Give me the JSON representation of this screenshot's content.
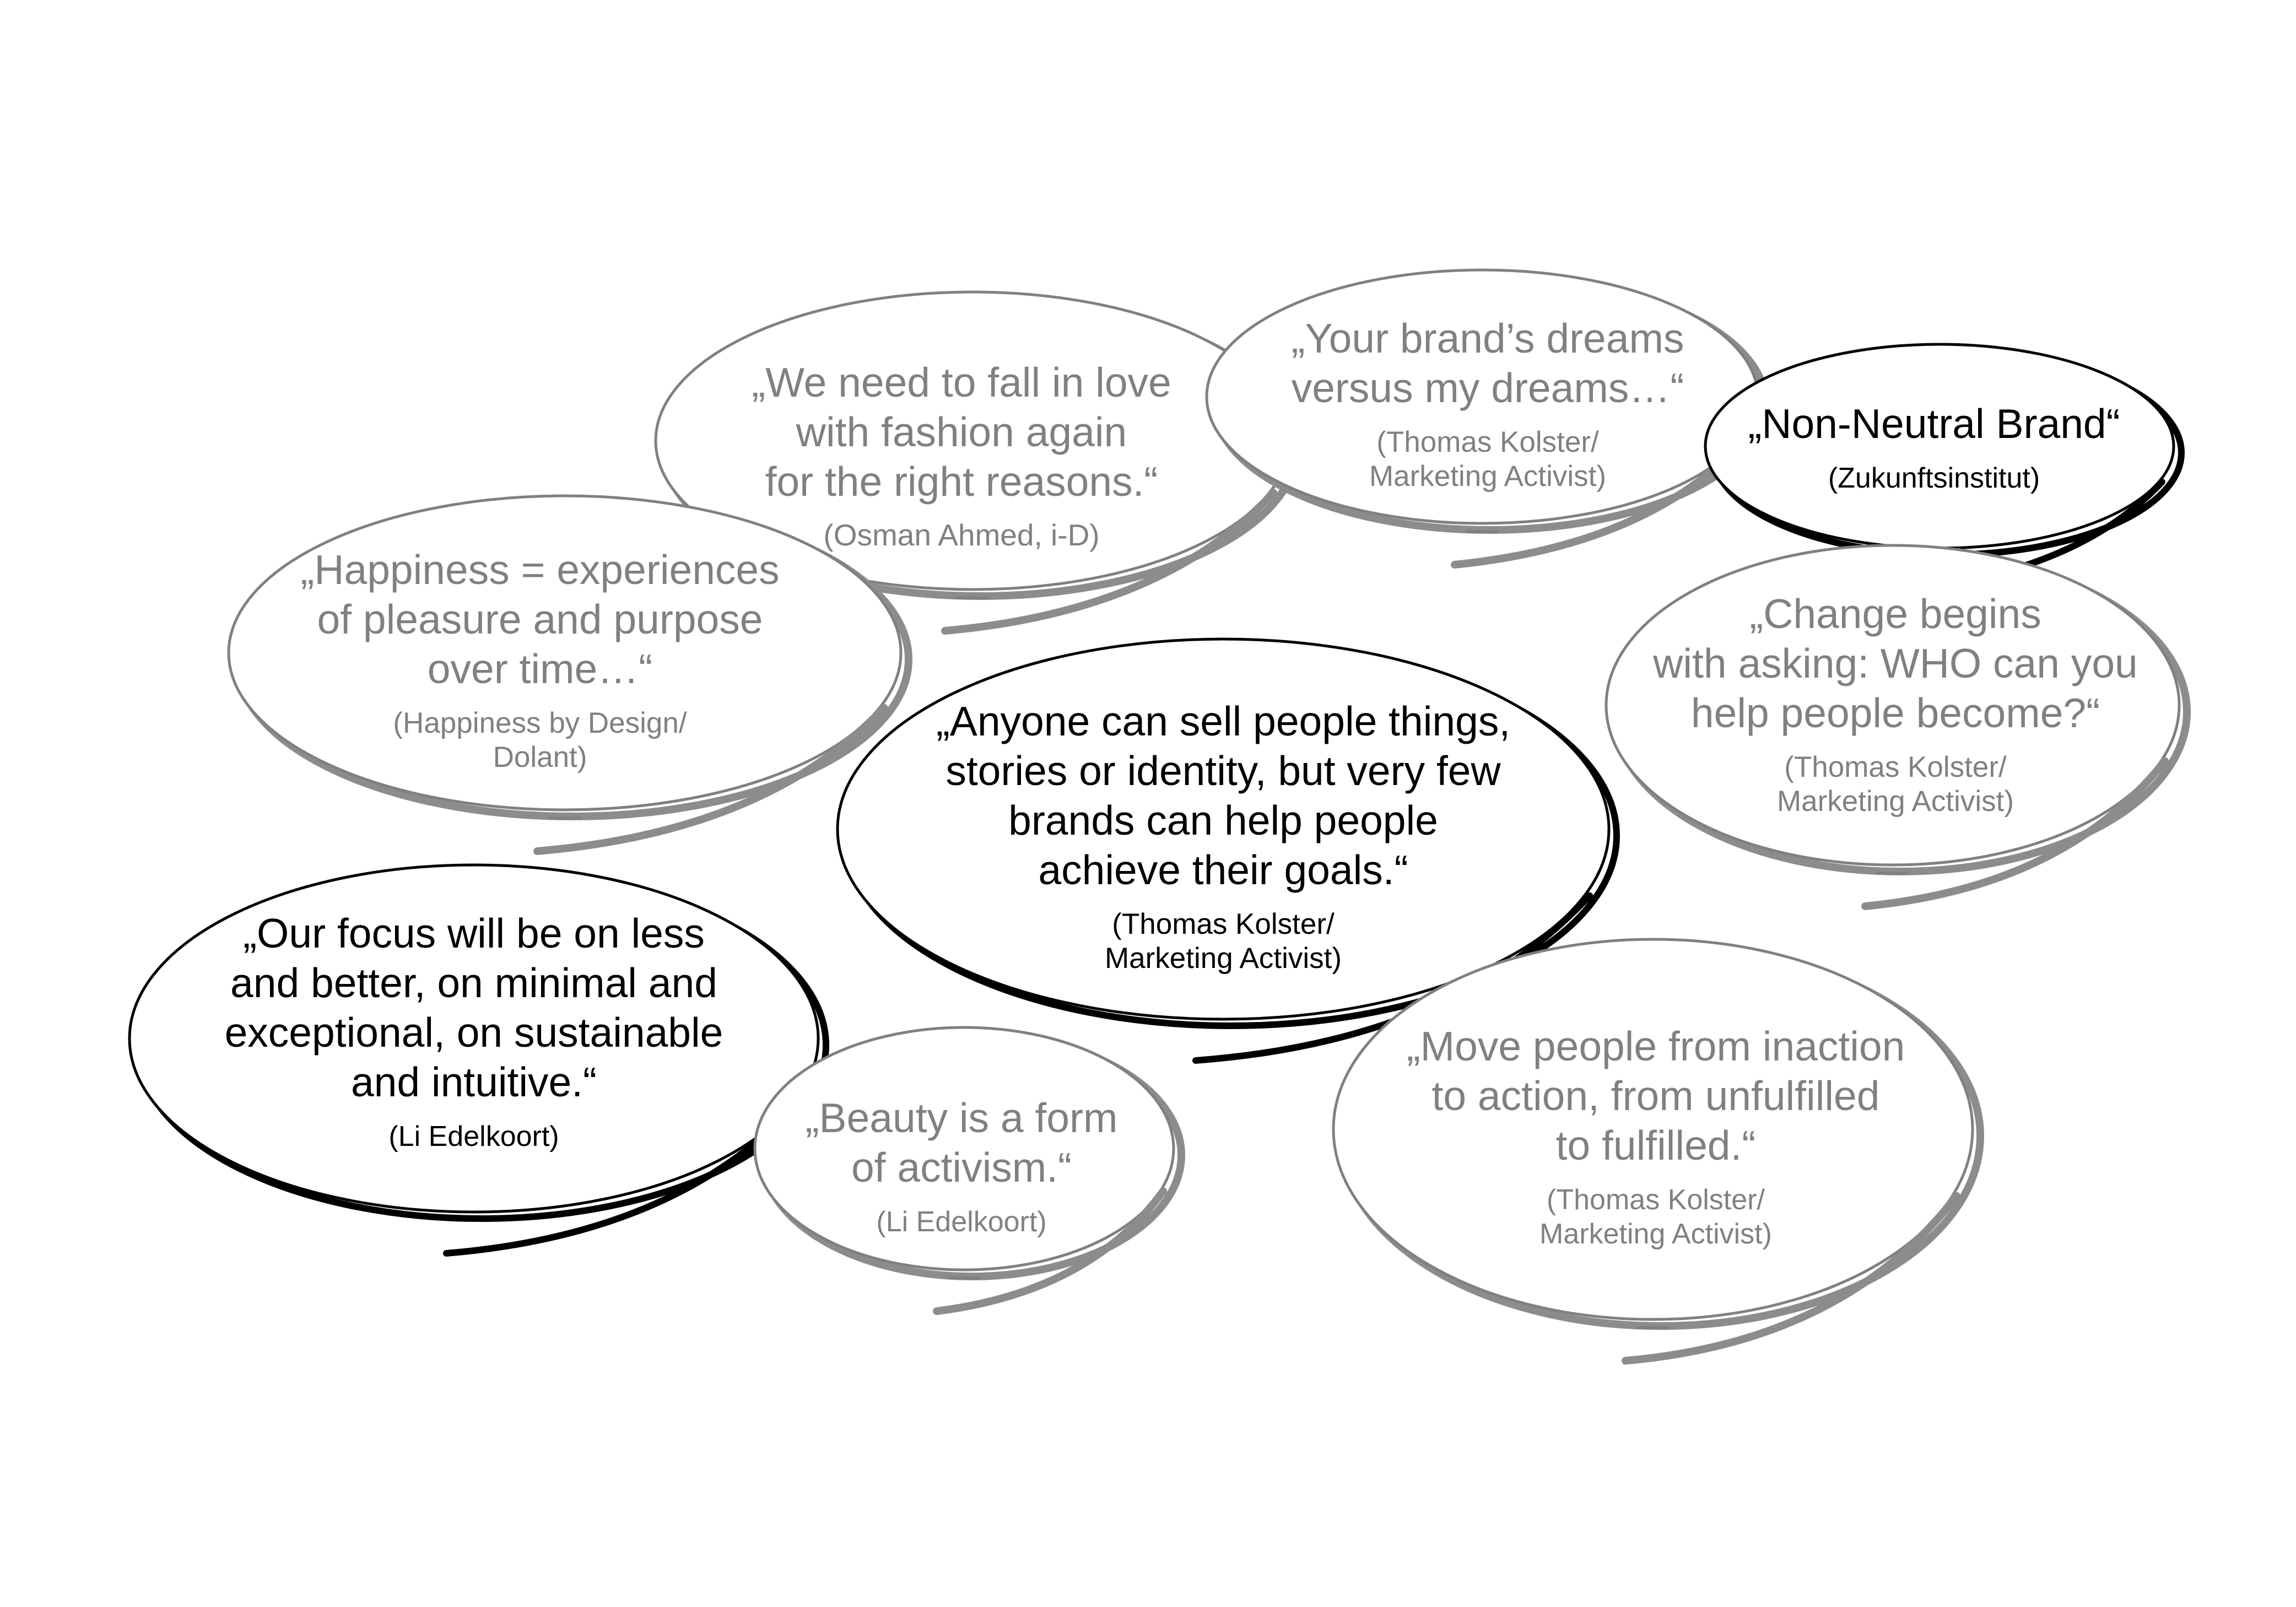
{
  "colors": {
    "background": "#ffffff",
    "emphasis_stroke": "#000000",
    "emphasis_text": "#000000",
    "muted_stroke": "#808080",
    "muted_text": "#808080",
    "muted_shadow": "#8c8c8c"
  },
  "bubbles": [
    {
      "id": "fall-in-love",
      "style": "muted",
      "quote_lines": [
        "„We need to fall in love",
        "with fashion again",
        "for the right reasons.“"
      ],
      "source_lines": [
        "(Osman Ahmed, i-D)"
      ]
    },
    {
      "id": "brand-dreams",
      "style": "muted",
      "quote_lines": [
        "„Your brand’s dreams",
        "versus my dreams…“"
      ],
      "source_lines": [
        "(Thomas Kolster/",
        "Marketing Activist)"
      ]
    },
    {
      "id": "non-neutral-brand",
      "style": "emphasis",
      "quote_lines": [
        "„Non-Neutral Brand“"
      ],
      "source_lines": [
        "(Zukunftsinstitut)"
      ]
    },
    {
      "id": "happiness",
      "style": "muted",
      "quote_lines": [
        "„Happiness = experiences",
        "of pleasure and purpose",
        "over time…“"
      ],
      "source_lines": [
        "(Happiness by Design/",
        "Dolant)"
      ]
    },
    {
      "id": "change-begins",
      "style": "muted",
      "quote_lines": [
        "„Change begins",
        "with asking: WHO can you",
        "help people become?“"
      ],
      "source_lines": [
        "(Thomas Kolster/",
        "Marketing Activist)"
      ]
    },
    {
      "id": "anyone-can-sell",
      "style": "emphasis",
      "quote_lines": [
        "„Anyone can sell people things,",
        "stories or identity, but very few",
        "brands can help people",
        "achieve their goals.“"
      ],
      "source_lines": [
        "(Thomas Kolster/",
        "Marketing Activist)"
      ]
    },
    {
      "id": "our-focus",
      "style": "emphasis",
      "quote_lines": [
        "„Our focus will be on less",
        "and better, on minimal and",
        "exceptional, on sustainable",
        "and intuitive.“"
      ],
      "source_lines": [
        "(Li Edelkoort)"
      ]
    },
    {
      "id": "beauty-activism",
      "style": "muted",
      "quote_lines": [
        "„Beauty is a form",
        "of activism.“"
      ],
      "source_lines": [
        "(Li Edelkoort)"
      ]
    },
    {
      "id": "move-people",
      "style": "muted",
      "quote_lines": [
        "„Move people from inaction",
        "to action, from unfulfilled",
        "to fulfilled.“"
      ],
      "source_lines": [
        "(Thomas Kolster/",
        "Marketing Activist)"
      ]
    }
  ]
}
